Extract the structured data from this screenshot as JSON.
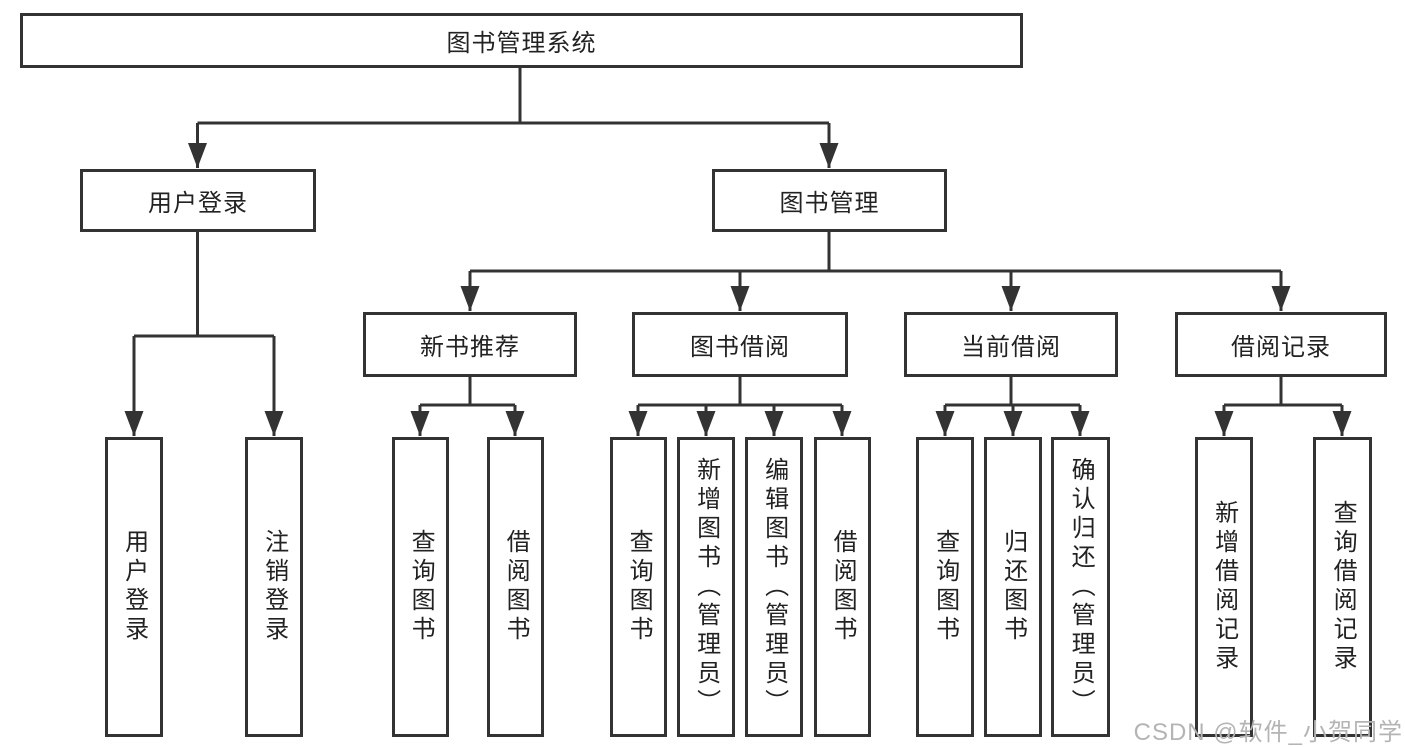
{
  "diagram_title": "图书管理系统",
  "nodes": {
    "root": {
      "label": "图书管理系统"
    },
    "level2": [
      {
        "label": "用户登录"
      },
      {
        "label": "图书管理"
      }
    ],
    "level3": [
      {
        "label": "新书推荐"
      },
      {
        "label": "图书借阅"
      },
      {
        "label": "当前借阅"
      },
      {
        "label": "借阅记录"
      }
    ],
    "leaves": [
      {
        "label": "用户登录",
        "parent": "用户登录"
      },
      {
        "label": "注销登录",
        "parent": "用户登录"
      },
      {
        "label": "查询图书",
        "parent": "新书推荐"
      },
      {
        "label": "借阅图书",
        "parent": "新书推荐"
      },
      {
        "label": "查询图书",
        "parent": "图书借阅"
      },
      {
        "label": "新增图书（管理员）",
        "parent": "图书借阅"
      },
      {
        "label": "编辑图书（管理员）",
        "parent": "图书借阅"
      },
      {
        "label": "借阅图书",
        "parent": "图书借阅"
      },
      {
        "label": "查询图书",
        "parent": "当前借阅"
      },
      {
        "label": "归还图书",
        "parent": "当前借阅"
      },
      {
        "label": "确认归还（管理员）",
        "parent": "当前借阅"
      },
      {
        "label": "新增借阅记录",
        "parent": "借阅记录"
      },
      {
        "label": "查询借阅记录",
        "parent": "借阅记录"
      }
    ]
  },
  "watermark": {
    "text": "CSDN @软件_小贺同学"
  },
  "colors": {
    "line": "#333333",
    "box_border": "#333333",
    "box_background": "#ffffff",
    "text": "#222222",
    "watermark": "#b4b4b4",
    "page_background": "#ffffff"
  }
}
